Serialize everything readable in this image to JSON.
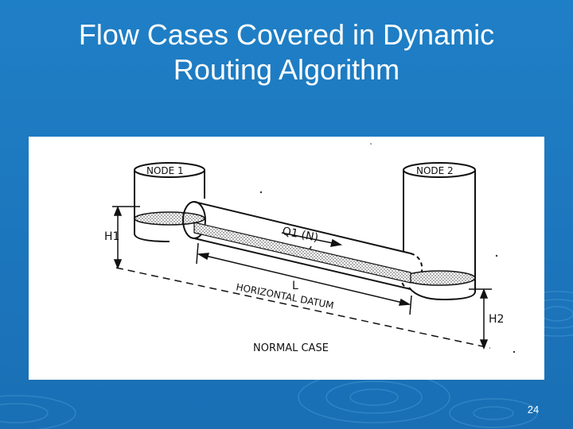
{
  "slide": {
    "title_line1": "Flow Cases Covered in Dynamic",
    "title_line2": "Routing Algorithm",
    "page_number": "24"
  },
  "diagram": {
    "node1_label": "NODE 1",
    "node2_label": "NODE 2",
    "flow_label": "Q1 (N)",
    "length_label": "L",
    "head1_label": "H1",
    "head2_label": "H2",
    "datum_label": "HORIZONTAL DATUM",
    "case_label": "NORMAL CASE"
  }
}
